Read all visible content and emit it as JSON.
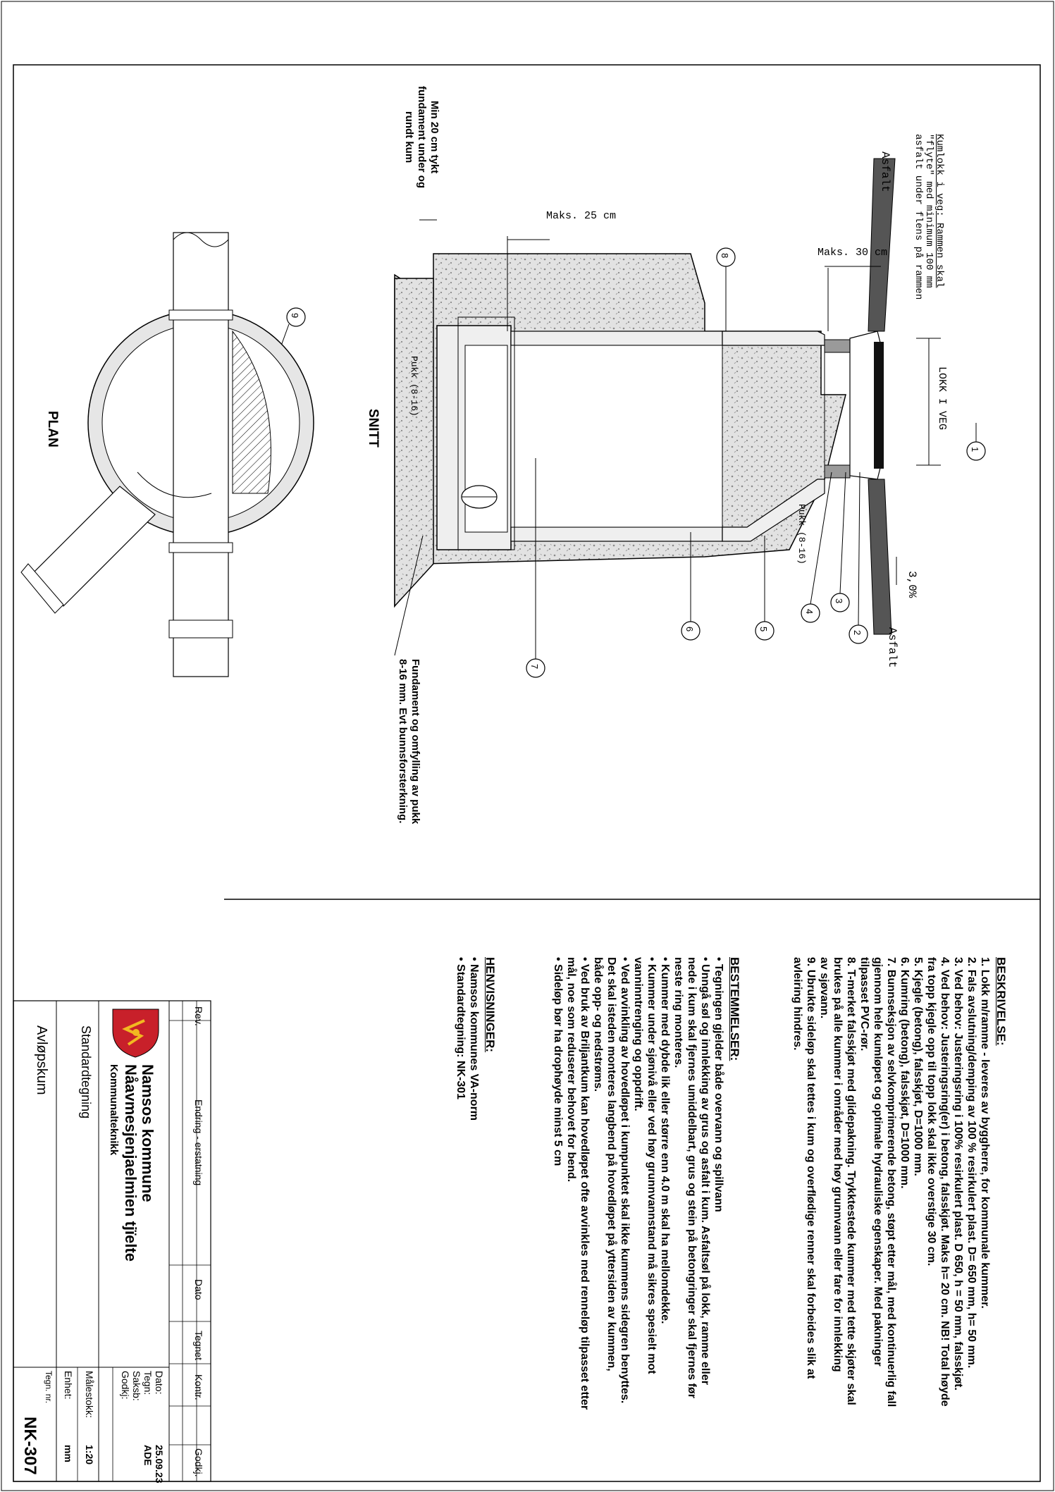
{
  "drawing": {
    "snitt_label": "SNITT",
    "plan_label": "PLAN",
    "lokk_label": "LOKK I VEG",
    "asfalt_top": "Asfalt",
    "asfalt_right": "Asfalt",
    "slope": "3,0%",
    "maks30": "Maks. 30 cm",
    "maks25": "Maks. 25 cm",
    "pukk_left": "Pukk (8-16)",
    "pukk_right": "Pukk (8-16)",
    "kumlokk_note": [
      "Kumlokk i veg: Rammen skal",
      "\"flyte\" med minimum 100 mm",
      "asfalt under flens på rammen"
    ],
    "fundament_top": [
      "Min 20 cm tykt",
      "fundament under og",
      "rundt kum"
    ],
    "fundament_bottom": [
      "Fundament og omfylling av pukk",
      "8-16 mm. Evt bunnsforsterkning."
    ],
    "callouts": [
      "1",
      "2",
      "3",
      "4",
      "5",
      "6",
      "7",
      "8",
      "9"
    ]
  },
  "beskrivelse": {
    "heading": "BESKRIVELSE:",
    "items": [
      "1.  Lokk m/ramme - leveres av byggherre, for kommunale kummer.",
      "2.  Fals avslutning/demping av 100 % resirkulert plast. D= 650 mm, h= 50 mm.",
      "3.  Ved behov: Justeringsring i 100% resirkulert plast. D 650, h = 50 mm, falsskjøt.",
      "4.  Ved behov: Justeringsring(er) i betong, falsskjøt. Maks h= 20 cm. NB! Total høyde",
      "      fra topp kjegle opp til topp lokk skal ikke overstige 30 cm.",
      "5.  Kjegle (betong), falsskjøt, D=1000 mm.",
      "6.  Kumring (betong), falsskjøt, D=1000 mm.",
      "7.  Bunnseksjon av selvkomprimerende betong, støpt etter mål, med kontinuerlig fall",
      "      gjennom hele kumløpet og optimale hydrauliske egenskaper. Med pakninger",
      "      tilpasset PVC-rør.",
      "8.  T-merket falsskjøt med glidepakning. Trykktestede kummer med tette skjøter skal",
      "      brukes på alle kummer i områder med høy grunnvann eller fare for innlekking",
      "      av sjøvann.",
      "9.  Ubrukte sideløp skal tettes i kum og overflødige renner skal forbeides slik at",
      "      avleiring hindres."
    ]
  },
  "bestemmelser": {
    "heading": "BESTEMMELSER:",
    "items": [
      "•  Tegningen gjelder både overvann og spillvann",
      "•  Unngå søl og innlekking av grus og asfalt i kum. Asfaltsøl på lokk, ramme eller",
      "    nede i kum skal fjernes umiddelbart, grus og stein på betongringer skal fjernes før",
      "    neste ring monteres.",
      "•  Kummer med dybde lik eller større enn 4.0 m skal ha mellomdekke.",
      "•  Kummer under sjønivå eller ved høy grunnvannstand må sikres spesielt mot",
      "    vanninntrenging og oppdrift.",
      "•  Ved avvinkling av hovedløpet i kumpunktet skal ikke kummens sidegren benyttes.",
      "    Det skal isteden monteres langbend på hovedløpet på yttersiden av kummen,",
      "    både opp- og nedstrøms.",
      "•  Ved bruk av Briljantkum kan hovedløpet ofte avvinkles med renneløp tilpasset etter",
      "    mål, noe som reduserer behovet for bend.",
      "•  Sideløp bør ha drophøyde minst 5 cm"
    ]
  },
  "henvisninger": {
    "heading": "HENVISNINGER:",
    "items": [
      "•  Namsos kommunes VA-norm",
      "•  Standardtegning: NK-301"
    ]
  },
  "titleblock": {
    "rev_header": "Rev.",
    "endring_header": "Endring - erstatning",
    "dato_header": "Dato",
    "tegnet_header": "Tegnet",
    "kontr_header": "Kontr.",
    "godkj_header": "Godkj.",
    "org_name": "Namsos kommune",
    "org_name2": "Nåavmesjenjaelmien tjïelte",
    "dept": "Kommunalteknikk",
    "doc_type": "Standardtegning",
    "title": "Avløpskum",
    "dato_label": "Dato:",
    "dato_value": "25.09.23",
    "tegn_label": "Tegn:",
    "tegn_value": "ADE",
    "saksb_label": "Saksb:",
    "saksb_value": "",
    "godkj_label": "Godkj:",
    "godkj_value": "",
    "malestokk_label": "Målestokk:",
    "malestokk_value": "1:20",
    "enhet_label": "Enhet:",
    "enhet_value": "mm",
    "tegn_nr_label": "Tegn. nr.",
    "tegn_nr_value": "NK-307"
  },
  "colors": {
    "line": "#000000",
    "pukk": "#d9d9d9",
    "concrete": "#efefef",
    "logo_red": "#c8202a",
    "logo_gold": "#f2b820"
  }
}
